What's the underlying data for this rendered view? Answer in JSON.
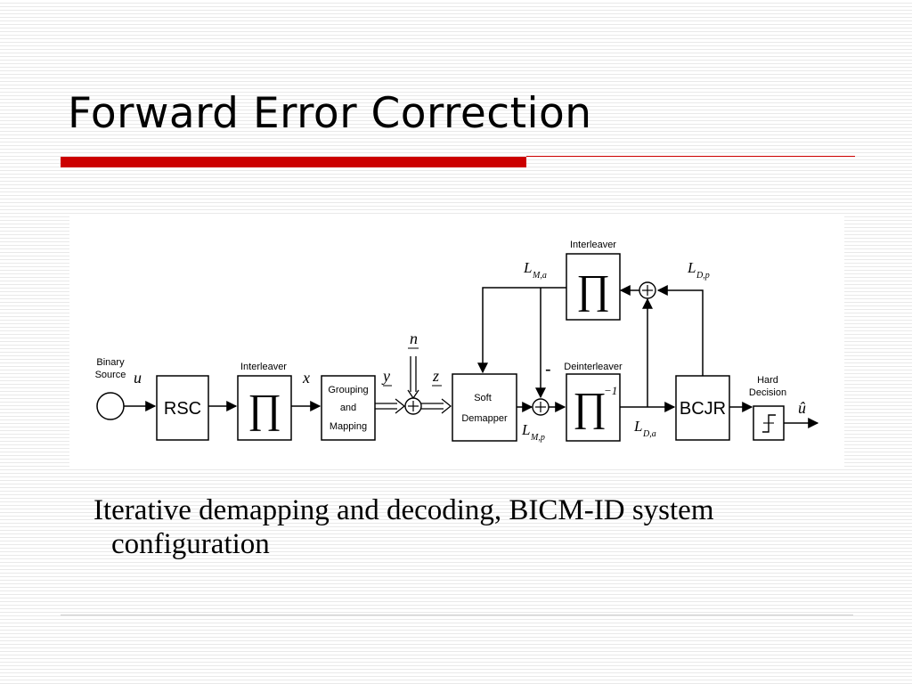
{
  "slide": {
    "title": "Forward Error Correction",
    "caption_line1": "Iterative demapping and decoding, BICM-ID system",
    "caption_line2": "configuration"
  },
  "diagram": {
    "binary_source": [
      "Binary",
      "Source"
    ],
    "rsc": "RSC",
    "interleaver_top_label": "Interleaver",
    "interleaver_label": "Interleaver",
    "grouping": [
      "Grouping",
      "and",
      "Mapping"
    ],
    "soft_demapper": [
      "Soft",
      "Demapper"
    ],
    "deinterleaver_label": "Deinterleaver",
    "bcjr": "BCJR",
    "hard_decision": [
      "Hard",
      "Decision"
    ],
    "pi_symbol": "∏",
    "inverse_exp": "−1",
    "minus_sign": "-",
    "sym_u": "u",
    "sym_x": "x",
    "sym_y": "y",
    "sym_z": "z",
    "sym_n": "n",
    "sym_u_hat": "û",
    "L": "L",
    "sub_Ma": "M,a",
    "sub_Mp": "M,p",
    "sub_Dp": "D,p",
    "sub_Da": "D,a"
  }
}
